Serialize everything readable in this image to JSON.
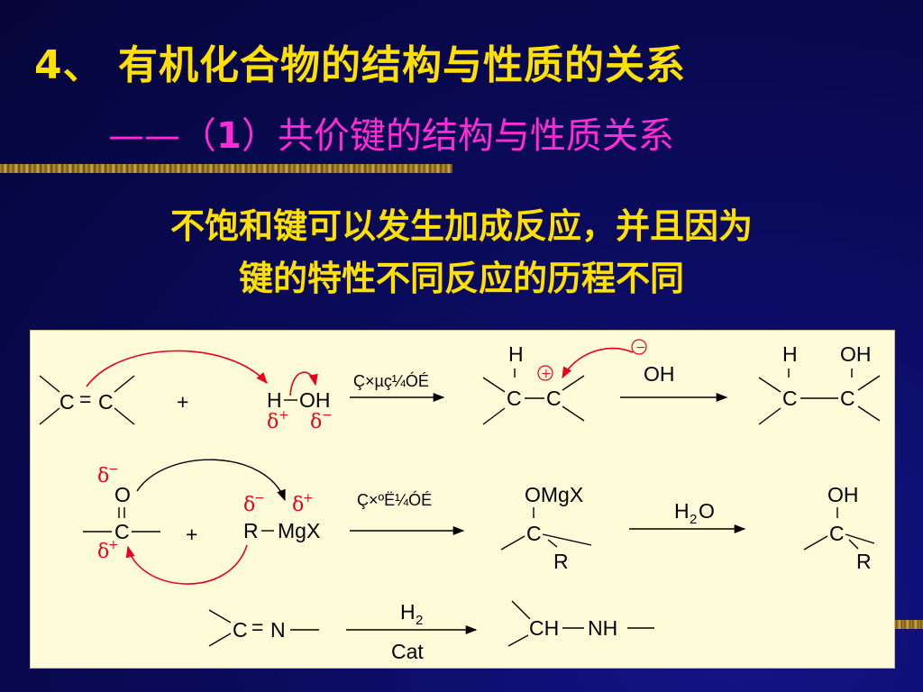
{
  "title": {
    "number": "4",
    "separator": "、",
    "text": "有机化合物的结构与性质的关系",
    "sub_dash": "——",
    "sub_open": "（",
    "sub_num": "1",
    "sub_close": "）",
    "sub_text": "共价键的结构与性质关系"
  },
  "statement": {
    "line1": "不饱和键可以发生加成反应，并且因为",
    "line2": "键的特性不同反应的历程不同"
  },
  "reaction1": {
    "c1": "C",
    "eq": "=",
    "c2": "C",
    "plus": "+",
    "h": "H",
    "oh": "OH",
    "delta_plus": "δ",
    "sup_plus": "+",
    "delta_minus": "δ",
    "sup_minus": "−",
    "condition": "Ç×µç¼ÓÉ",
    "int_h": "H",
    "int_c1": "C",
    "int_c2": "C",
    "cation": "+",
    "anion": "−",
    "anion_oh": "OH",
    "prod_h": "H",
    "prod_oh": "OH",
    "prod_c1": "C",
    "prod_c2": "C"
  },
  "reaction2": {
    "o": "O",
    "c": "C",
    "delta_minus": "δ",
    "sup_minus": "−",
    "delta_plus": "δ",
    "sup_plus": "+",
    "plus": "+",
    "r": "R",
    "mgx": "MgX",
    "r_delta_minus": "δ",
    "r_sup_minus": "−",
    "r_delta_plus": "δ",
    "r_sup_plus": "+",
    "condition": "Ç×ºË¼ÓÉ",
    "int_omgx": "OMgX",
    "int_c": "C",
    "int_r": "R",
    "water_h": "H",
    "water_sub": "2",
    "water_o": "O",
    "prod_oh": "OH",
    "prod_c": "C",
    "prod_r": "R"
  },
  "reaction3": {
    "c": "C",
    "eq": "=",
    "n": "N",
    "reagent_h": "H",
    "reagent_sub": "2",
    "catalyst": "Cat",
    "prod_ch": "CH",
    "prod_nh": "NH"
  }
}
